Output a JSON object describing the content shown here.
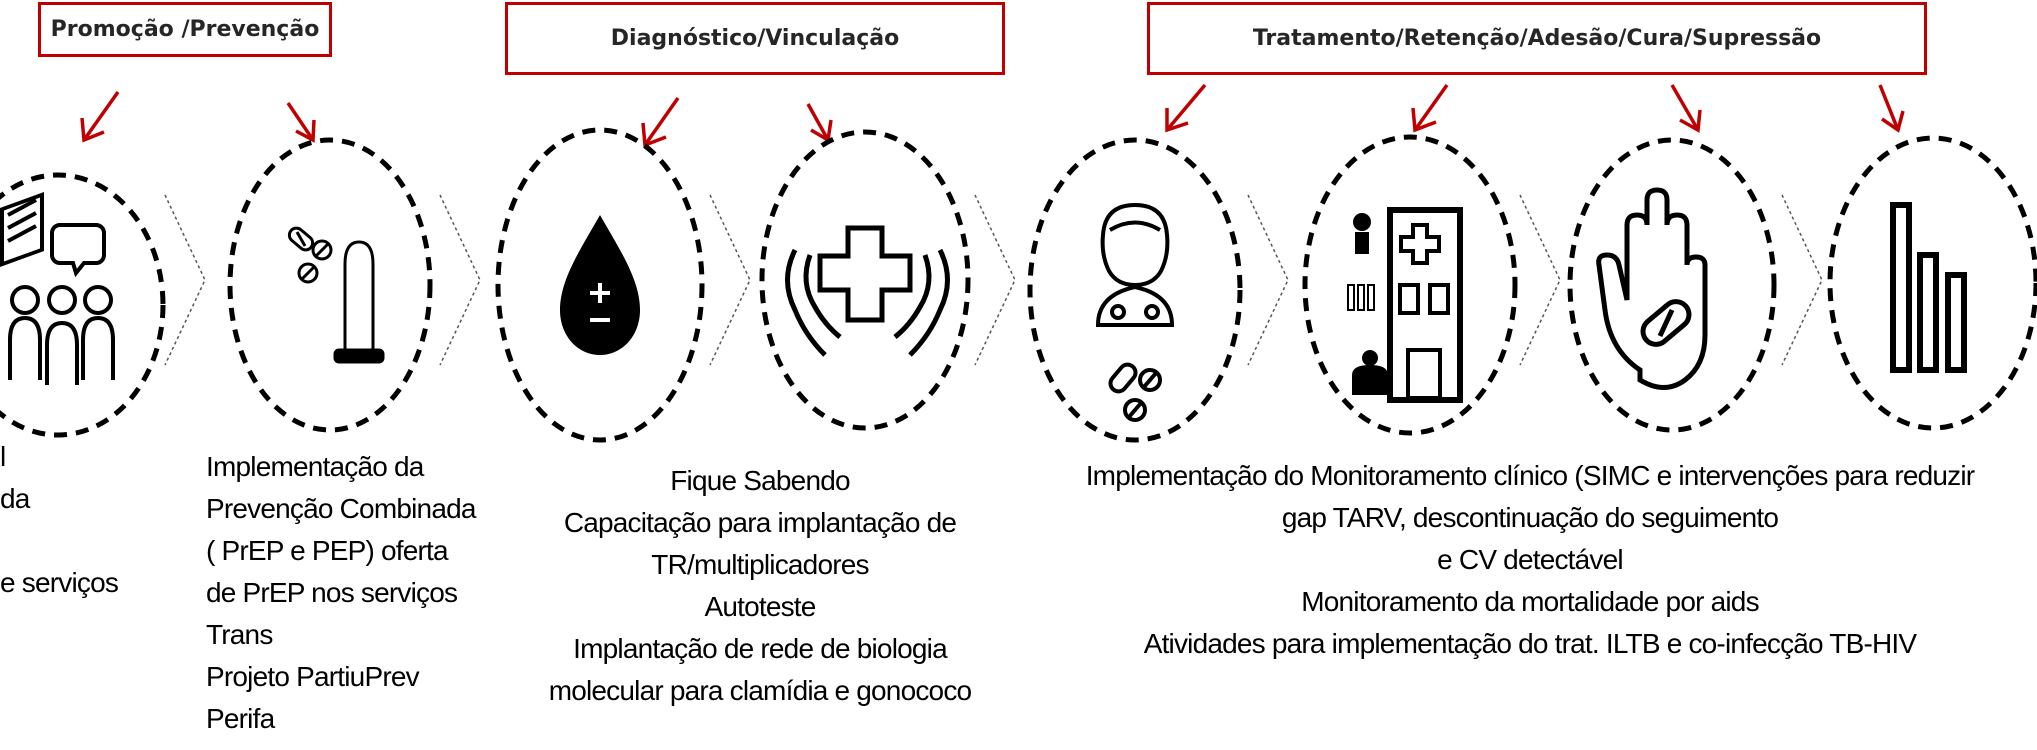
{
  "stages": [
    {
      "label": "Promoção /Prevenção"
    },
    {
      "label": "Diagnóstico/Vinculação"
    },
    {
      "label": "Tratamento/Retenção/Adesão/Cura/Supressão"
    }
  ],
  "icons": [
    "community-group-icon",
    "pills-condom-icon",
    "blood-drop-test-icon",
    "hands-cross-icon",
    "doctor-pills-icon",
    "hospital-building-icon",
    "hand-pill-icon",
    "bar-chart-icon"
  ],
  "colors": {
    "header_border": "#c00000",
    "arrow": "#c00000",
    "circle_border": "#000000"
  },
  "texts": {
    "col1_fragments": [
      "l",
      "da",
      "",
      "e serviços"
    ],
    "col2": [
      "Implementação da",
      "Prevenção Combinada",
      "( PrEP e PEP) oferta",
      "de PrEP nos serviços",
      "Trans",
      "Projeto PartiuPrev",
      "Perifa"
    ],
    "col3": [
      "Fique Sabendo",
      "Capacitação para implantação de",
      "TR/multiplicadores",
      "Autoteste",
      "Implantação de rede de biologia",
      "molecular para clamídia e gonococo"
    ],
    "col4": [
      "Implementação do Monitoramento clínico (SIMC e intervenções para reduzir",
      "gap  TARV,  descontinuação do seguimento",
      "e  CV detectável",
      "Monitoramento da mortalidade por aids",
      "Atividades para implementação do trat. ILTB e co-infecção TB-HIV"
    ]
  }
}
